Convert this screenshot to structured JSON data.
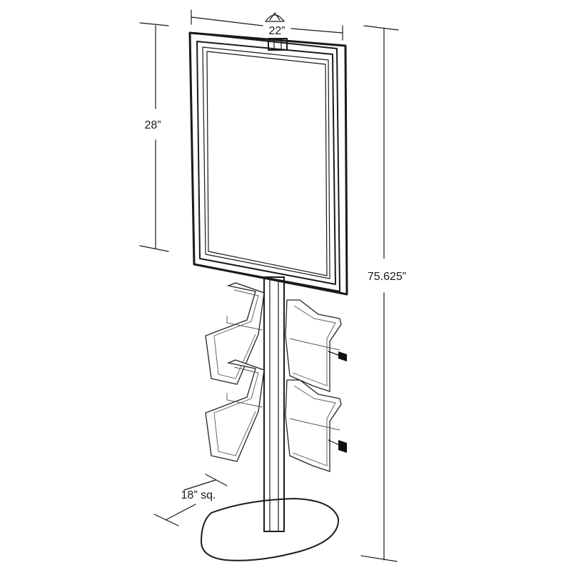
{
  "diagram": {
    "dimensions": {
      "width": "22”",
      "frame_height": "28”",
      "total_height": "75.625”",
      "base": "18” sq."
    },
    "colors": {
      "line": "#1a1a1a",
      "background": "#ffffff"
    }
  }
}
